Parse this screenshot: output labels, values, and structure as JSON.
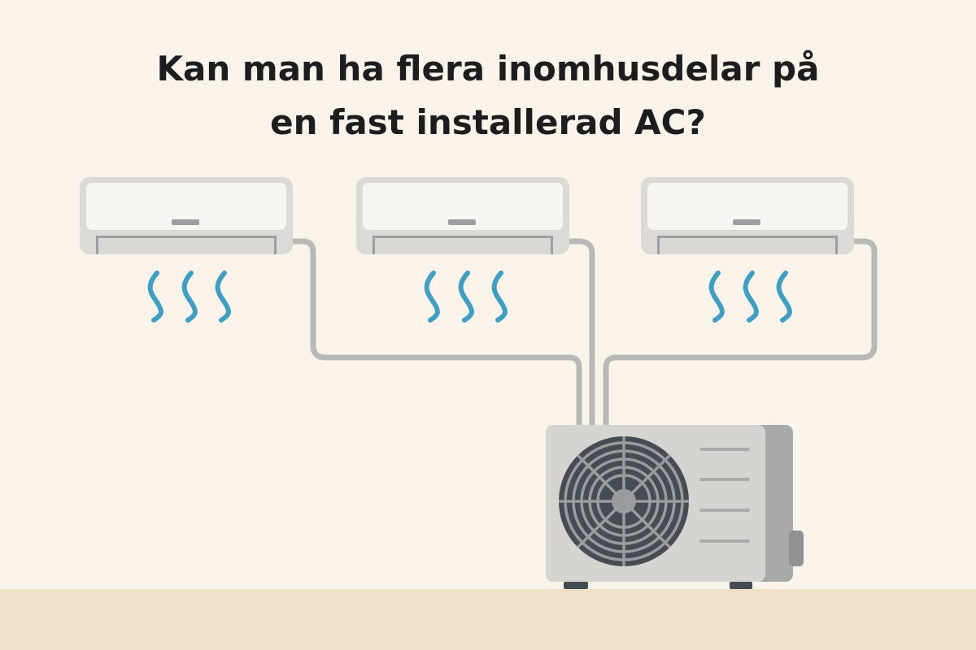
{
  "title": {
    "line1": "Kan man ha flera inomhusdelar på",
    "line2": "en fast installerad AC?"
  },
  "colors": {
    "background": "#faf3e9",
    "floor": "#f1e0c8",
    "unit_body": "#dcdad6",
    "unit_panel": "#f6f4f1",
    "pipe": "#b8b8b6",
    "airflow": "#3d9fc4",
    "fan": "#454c54"
  },
  "indoor_units": [
    {
      "name": "indoor-unit-1"
    },
    {
      "name": "indoor-unit-2"
    },
    {
      "name": "indoor-unit-3"
    }
  ]
}
